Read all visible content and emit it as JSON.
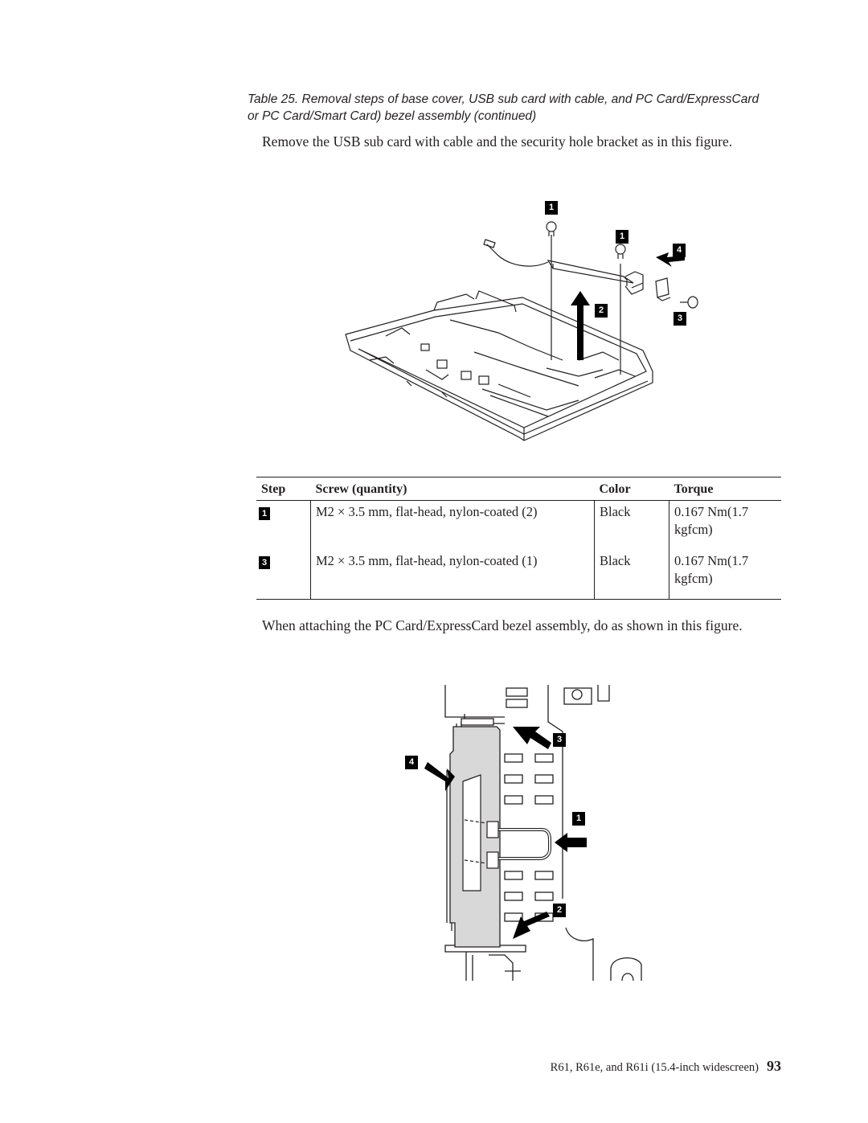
{
  "caption": {
    "line1": "Table 25. Removal steps of base cover, USB sub card with cable, and PC Card/ExpressCard",
    "line2": "or PC Card/Smart Card) bezel assembly (continued)"
  },
  "intro_text": "Remove the USB sub card with cable and the security hole bracket as in this figure.",
  "figure1": {
    "callouts": [
      "1",
      "1",
      "4",
      "2",
      "3"
    ]
  },
  "screw_table": {
    "headers": {
      "step": "Step",
      "screw": "Screw (quantity)",
      "color": "Color",
      "torque": "Torque"
    },
    "rows": [
      {
        "step": "1",
        "screw": "M2 × 3.5 mm, flat-head, nylon-coated (2)",
        "color": "Black",
        "torque": "0.167 Nm(1.7 kgfcm)"
      },
      {
        "step": "3",
        "screw": "M2 × 3.5 mm, flat-head, nylon-coated (1)",
        "color": "Black",
        "torque": "0.167 Nm(1.7 kgfcm)"
      }
    ]
  },
  "attach_text": "When attaching the PC Card/ExpressCard bezel assembly, do as shown in this figure.",
  "figure2": {
    "callouts": [
      "3",
      "4",
      "1",
      "2"
    ]
  },
  "footer": {
    "model_text": "R61, R61e, and R61i (15.4-inch widescreen)",
    "page_number": "93"
  }
}
